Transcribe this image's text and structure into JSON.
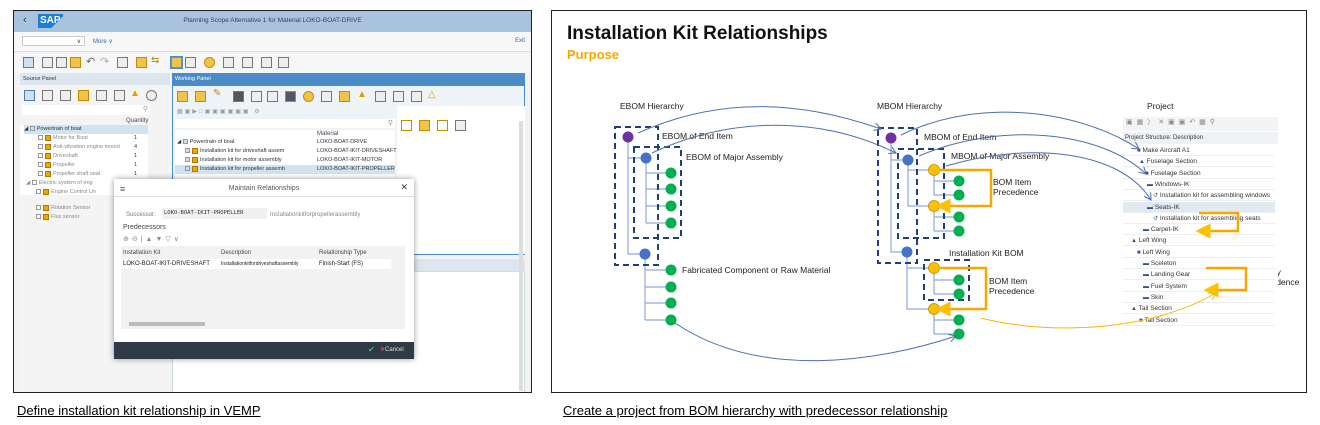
{
  "left_screenshot": {
    "window_title": "Planning Scope Alternative 1 for Material LOKO-BOAT-DRIVE",
    "logo": "SAP",
    "more_label": "More",
    "exit_label": "Exit",
    "source_panel": {
      "title": "Source Panel",
      "col_quantity": "Quantity",
      "items": [
        {
          "label": "Powertrain of boat",
          "qty": ""
        },
        {
          "label": "Motor for Boat",
          "qty": "1"
        },
        {
          "label": "Anti-vibration engine mount",
          "qty": "4"
        },
        {
          "label": "Driveshaft",
          "qty": "1"
        },
        {
          "label": "Propeller",
          "qty": "1"
        },
        {
          "label": "Propeller shaft seal",
          "qty": "1"
        },
        {
          "label": "Electric system of eng",
          "qty": ""
        },
        {
          "label": "Engine Control Un",
          "qty": ""
        },
        {
          "label": "Rotation Sensor",
          "qty": ""
        },
        {
          "label": "Flux sensor",
          "qty": ""
        }
      ]
    },
    "working_panel": {
      "title": "Working Panel",
      "col_material": "Material",
      "items": [
        {
          "label": "Powertrain of boat",
          "material": "LOKO-BOAT-DRIVE"
        },
        {
          "label": "Installation kit for driveshaft assem",
          "material": "LOKO-BOAT-IKIT-DRIVESHAFT"
        },
        {
          "label": "Installation kit for motor assembly",
          "material": "LOKO-BOAT-IKIT-MOTOR"
        },
        {
          "label": "Installation kit for propeller assemb",
          "material": "LOKO-BOAT-IKIT-PROPELLER"
        }
      ]
    },
    "dialog": {
      "title": "Maintain Relationships",
      "successor_label": "Successor:",
      "successor_value": "LOKO-BOAT-IKIT-PROPELLER",
      "successor_desc": "Installationkitforpropellerassembly",
      "predecessors_label": "Predecessors",
      "columns": [
        "Installation Kit",
        "Description",
        "Relationship Type"
      ],
      "rows": [
        [
          "LOKO-BOAT-IKIT-DRIVESHAFT",
          "Installationkitfordriveshaftassembly",
          "Finish-Start (FS)"
        ]
      ],
      "ok_icon": "checkmark-icon",
      "cancel_label": "Cancel"
    }
  },
  "right_slide": {
    "title": "Installation Kit Relationships",
    "subtitle": "Purpose",
    "ebom_hierarchy": "EBOM Hierarchy",
    "mbom_hierarchy": "MBOM Hierarchy",
    "project": "Project",
    "ebom_end_item": "EBOM of End Item",
    "ebom_major_assembly": "EBOM of Major Assembly",
    "fabricated": "Fabricated Component or Raw Material",
    "mbom_end_item": "MBOM of End Item",
    "mbom_major_assembly": "MBOM of Major Assembly",
    "bom_item_precedence_1": "BOM Item Precedence",
    "installation_kit_bom": "Installation Kit BOM",
    "bom_item_precedence_2": "BOM Item Precedence",
    "activity_precedence": "Activity Precedence",
    "project_header": "Project Structure: Description",
    "project_rows": [
      "Make Aircraft A1",
      "Fuselage Section",
      "Fuselage Section",
      "Windows-IK",
      "Installation kit for assembling windows",
      "Seats-IK",
      "Installation kit for assembling seats",
      "Carpet-IK",
      "Left Wing",
      "Left Wing",
      "Sceleton",
      "Landing Gear",
      "Fuel System",
      "Skin",
      "Tail Section",
      "Tail Section"
    ],
    "colors": {
      "accent_orange": "#f5a800",
      "node_purple": "#7030a0",
      "node_blue": "#4472c4",
      "node_green": "#00b050",
      "node_orange": "#ffc000",
      "arrow_blue": "#4a6fb0"
    }
  },
  "captions": {
    "left": "Define installation kit relationship in VEMP",
    "right": "Create a project from BOM hierarchy with predecessor relationship"
  }
}
